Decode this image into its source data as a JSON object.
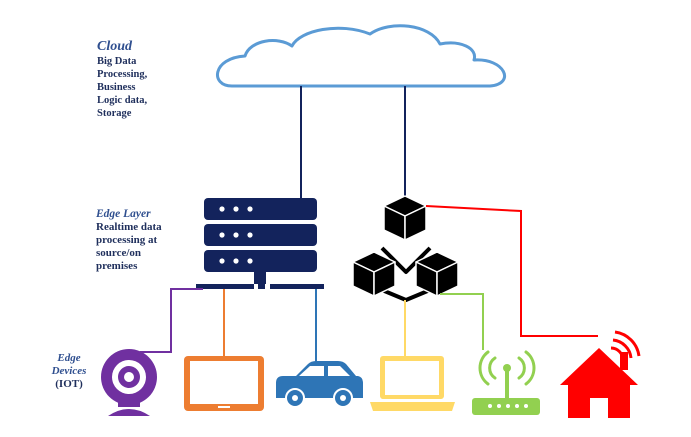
{
  "cloud": {
    "title": "Cloud",
    "lines": [
      "Big Data",
      "Processing,",
      "Business",
      "Logic data,",
      "Storage"
    ]
  },
  "edge": {
    "title": "Edge Layer",
    "lines": [
      "Realtime data",
      "processing at",
      "source/on",
      "premises"
    ]
  },
  "iot": {
    "title_lines": [
      "Edge",
      "Devices"
    ],
    "sub": "(IOT)"
  },
  "colors": {
    "navy": "#13235c",
    "cloud_outline": "#5b9bd5",
    "purple": "#7030a0",
    "orange": "#ed7d31",
    "blue": "#2e75b6",
    "yellow": "#ffd966",
    "green": "#92d050",
    "red": "#ff0000"
  },
  "icons": [
    "cloud-icon",
    "server-rack-icon",
    "blockchain-cubes-icon",
    "webcam-icon",
    "tablet-icon",
    "car-icon",
    "laptop-icon",
    "wifi-router-icon",
    "smart-home-icon"
  ]
}
